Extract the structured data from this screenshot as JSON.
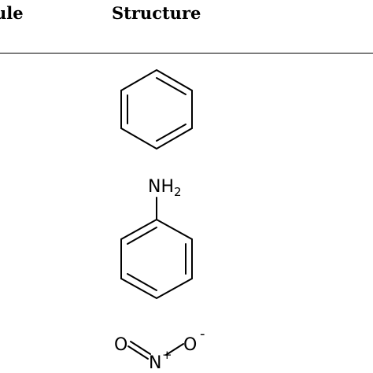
{
  "table": {
    "headers": {
      "molecule": "ule",
      "structure": "Structure"
    }
  },
  "rows": [
    {
      "structure": {
        "type": "benzene"
      }
    },
    {
      "structure": {
        "type": "aniline",
        "substituent": {
          "element": "NH",
          "subscript": "2"
        }
      }
    },
    {
      "structure": {
        "type": "nitro",
        "atoms": {
          "left_oxygen": "O",
          "nitrogen": "N",
          "nitrogen_charge": "+",
          "right_oxygen": "O",
          "oxygen_charge": "-"
        }
      }
    }
  ],
  "colors": {
    "ink": "#000000",
    "background": "#ffffff"
  }
}
